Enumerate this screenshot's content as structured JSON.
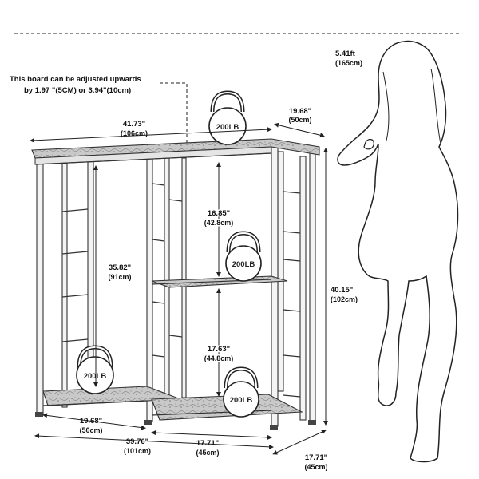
{
  "note": {
    "line1": "This board can be adjusted upwards",
    "line2": "by 1.97 \"(5CM) or 3.94\"(10cm)"
  },
  "person_height": {
    "imperial": "5.41ft",
    "metric": "(165cm)"
  },
  "dimensions": {
    "top_width": {
      "imperial": "41.73\"",
      "metric": "(106cm)"
    },
    "top_depth": {
      "imperial": "19.68\"",
      "metric": "(50cm)"
    },
    "inner_height": {
      "imperial": "35.82\"",
      "metric": "(91cm)"
    },
    "upper_shelf": {
      "imperial": "16.85\"",
      "metric": "(42.8cm)"
    },
    "lower_shelf": {
      "imperial": "17.63\"",
      "metric": "(44.8cm)"
    },
    "total_height": {
      "imperial": "40.15\"",
      "metric": "(102cm)"
    },
    "bottom_left": {
      "imperial": "19.68\"",
      "metric": "(50cm)"
    },
    "bottom_width": {
      "imperial": "39.76\"",
      "metric": "(101cm)"
    },
    "bottom_right": {
      "imperial": "17.71\"",
      "metric": "(45cm)"
    },
    "bottom_depth": {
      "imperial": "17.71\"",
      "metric": "(45cm)"
    }
  },
  "weights": {
    "top": "200LB",
    "middle": "200LB",
    "bottom_left": "200LB",
    "bottom_right": "200LB"
  }
}
